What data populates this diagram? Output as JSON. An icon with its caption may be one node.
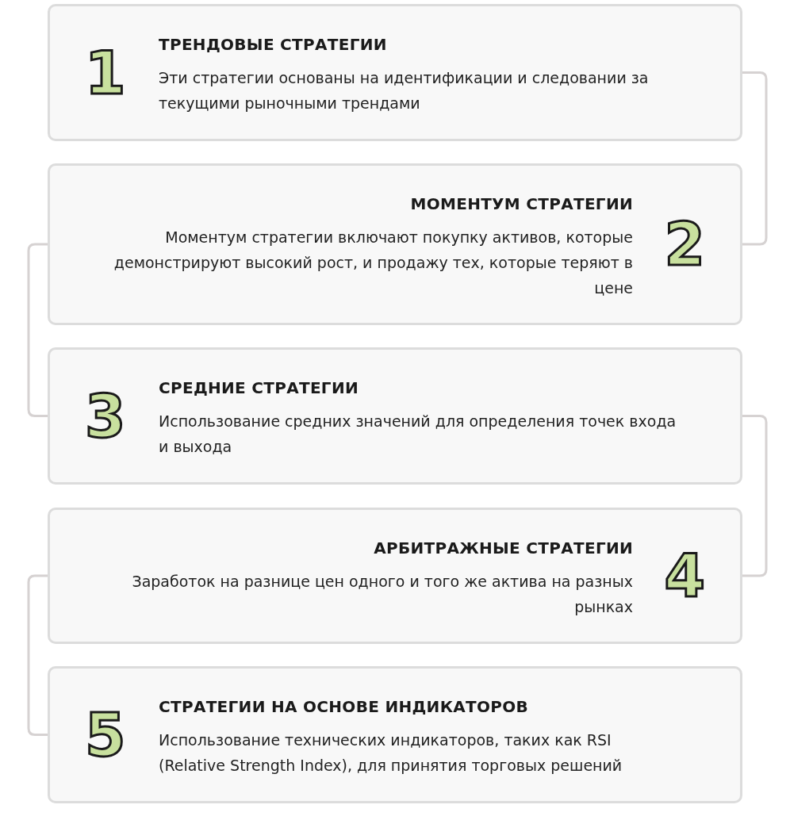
{
  "diagram": {
    "nodes": [
      {
        "text": [
          "1",
          "ТРЕНДОВЫЕ СТРАТЕГИИ",
          "Эти стратегии основаны на идентификации и следовании за текущими рыночными трендами"
        ]
      },
      {
        "text": [
          "2",
          "МОМЕНТУМ СТРАТЕГИИ",
          "Моментум стратегии включают покупку активов, которые демонстрируют высокий рост, и продажу тех, которые теряют в цене"
        ]
      },
      {
        "text": [
          "3",
          "СРЕДНИЕ СТРАТЕГИИ",
          "Использование средних значений для определения точек входа и выхода"
        ]
      },
      {
        "text": [
          "4",
          "АРБИТРАЖНЫЕ СТРАТЕГИИ",
          "Заработок на разнице цен одного и того же актива на разных рынках"
        ]
      },
      {
        "text": [
          "5",
          "СТРАТЕГИИ НА ОСНОВЕ ИНДИКАТОРОВ",
          "Использование технических индикаторов, таких как RSI (Relative Strength Index), для принятия торговых решений"
        ]
      }
    ],
    "edges": [
      {
        "from": 0,
        "to": 1,
        "arrow": "none"
      },
      {
        "from": 1,
        "to": 2,
        "arrow": "none"
      },
      {
        "from": 2,
        "to": 3,
        "arrow": "none"
      },
      {
        "from": 3,
        "to": 4,
        "arrow": "none"
      }
    ]
  }
}
